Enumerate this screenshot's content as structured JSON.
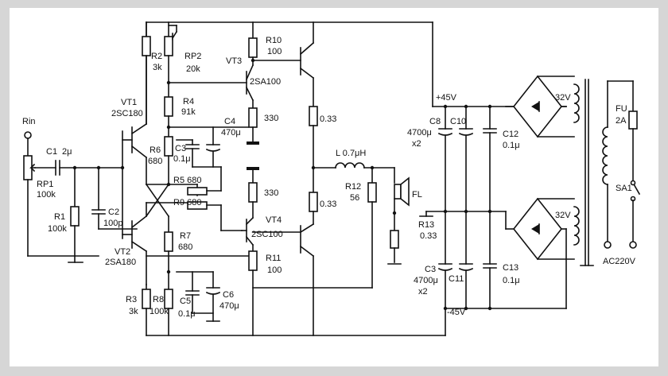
{
  "labels": {
    "rin": "Rin",
    "c1": "C1",
    "c1_val": "2μ",
    "rp1": "RP1",
    "rp1_val": "100k",
    "r1": "R1",
    "r1_val": "100k",
    "c2": "C2",
    "c2_val": "100p",
    "vt1": "VT1",
    "vt1_type": "2SC180",
    "vt2": "VT2",
    "vt2_type": "2SA180",
    "r2": "R2",
    "r2_val": "3k",
    "rp2": "RP2",
    "rp2_val": "20k",
    "r4": "R4",
    "r4_val": "91k",
    "r6": "R6",
    "r6_val": "680",
    "c3a": "C3",
    "c3a_val": "0.1μ",
    "c4": "C4",
    "c4_val": "470μ",
    "r5_val": "R5  680",
    "r9_val": "R9  680",
    "r7": "R7",
    "r7_val": "680",
    "r3": "R3",
    "r3_val": "3k",
    "r8": "R8",
    "r8_val": "100k",
    "c5": "C5",
    "c5_val": "0.1μ",
    "c6": "C6",
    "c6_val": "470μ",
    "r10": "R10",
    "r10_val": "100",
    "vt3": "VT3",
    "vt3_type": "2SA100",
    "r330a": "330",
    "r330b": "330",
    "vt4": "VT4",
    "vt4_type": "2SC100",
    "r11": "R11",
    "r11_val": "100",
    "re1": "0.33",
    "re2": "0.33",
    "l": "L   0.7μH",
    "r12": "R12",
    "r12_val": "56",
    "fl": "FL",
    "r13": "R13",
    "r13_val": "0.33",
    "vpos": "+45V",
    "vneg": "-45V",
    "c8": "C8",
    "c8_val": "4700μ",
    "c8_x": "x2",
    "c10": "C10",
    "c12": "C12",
    "c12_val": "0.1μ",
    "c3b": "C3",
    "c3b_val": "4700μ",
    "c3b_x": "x2",
    "c11": "C11",
    "c13": "C13",
    "c13_val": "0.1μ",
    "v32a": "32V",
    "v32b": "32V",
    "fu": "FU",
    "fu_val": "2A",
    "sa1": "SA1",
    "ac": "AC220V"
  }
}
